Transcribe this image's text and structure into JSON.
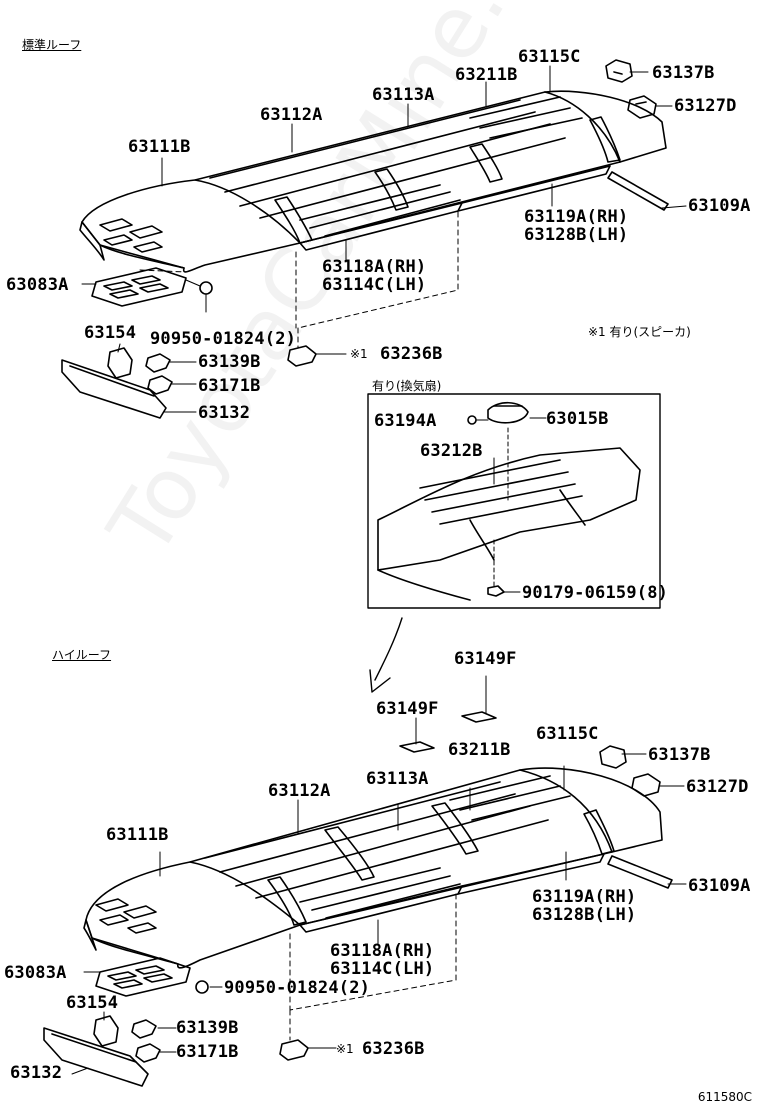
{
  "watermark": "ToyotaCarMine.ru",
  "diagram_code": "611580C",
  "sections": {
    "standard_roof": "標準ルーフ",
    "high_roof": "ハイルーフ"
  },
  "notes": {
    "speaker": "※1 有り(スピーカ)",
    "ventilator": "有り(換気扇)",
    "mark1": "※1",
    "mark1b": "※1"
  },
  "parts_top": {
    "p63115C": "63115C",
    "p63137B": "63137B",
    "p63127D": "63127D",
    "p63211B": "63211B",
    "p63113A": "63113A",
    "p63112A": "63112A",
    "p63111B": "63111B",
    "p63109A": "63109A",
    "p63119A": "63119A(RH)",
    "p63128B": "63128B(LH)",
    "p63118A": "63118A(RH)",
    "p63114C": "63114C(LH)",
    "p63083A": "63083A",
    "p90950": "90950-01824(2)",
    "p63154": "63154",
    "p63139B": "63139B",
    "p63171B": "63171B",
    "p63132": "63132",
    "p63236B": "63236B"
  },
  "parts_vent": {
    "p63194A": "63194A",
    "p63015B": "63015B",
    "p63212B": "63212B",
    "p90179": "90179-06159(8)"
  },
  "parts_bottom": {
    "p63149F_a": "63149F",
    "p63149F_b": "63149F",
    "p63115C": "63115C",
    "p63211B": "63211B",
    "p63137B": "63137B",
    "p63113A": "63113A",
    "p63127D": "63127D",
    "p63112A": "63112A",
    "p63111B": "63111B",
    "p63109A": "63109A",
    "p63119A": "63119A(RH)",
    "p63128B": "63128B(LH)",
    "p63118A": "63118A(RH)",
    "p63114C": "63114C(LH)",
    "p63083A": "63083A",
    "p90950": "90950-01824(2)",
    "p63154": "63154",
    "p63139B": "63139B",
    "p63171B": "63171B",
    "p63132": "63132",
    "p63236B": "63236B"
  }
}
